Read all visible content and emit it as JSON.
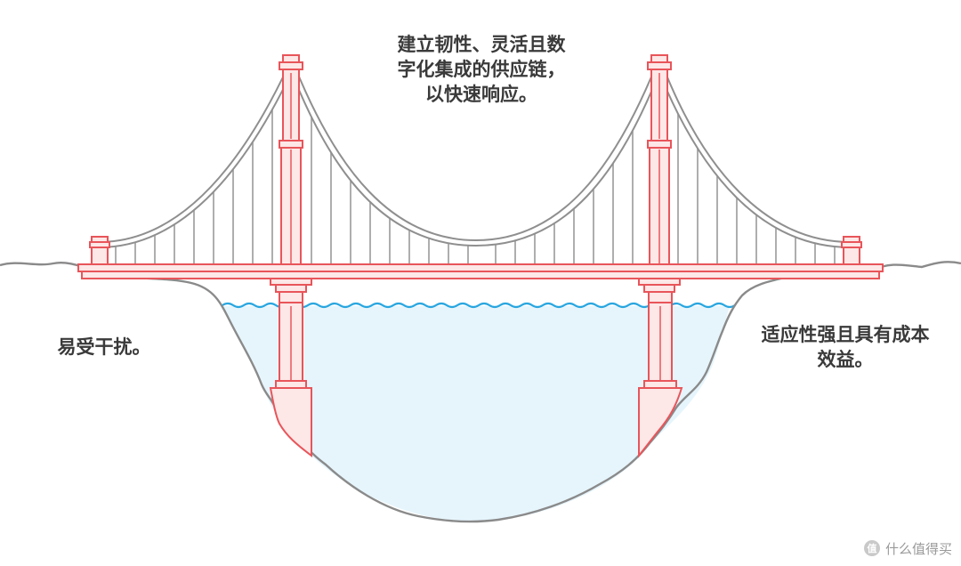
{
  "labels": {
    "top": [
      "建立韧性、灵活且数",
      "字化集成的供应链，",
      "以快速响应。"
    ],
    "left": "易受干扰。",
    "right": [
      "适应性强且具有成本",
      "效益。"
    ]
  },
  "watermark": {
    "badge": "值",
    "text": "什么值得买"
  },
  "colors": {
    "tower_stroke": "#e8555a",
    "tower_fill": "#fde7e7",
    "cable": "#8f8f8f",
    "water": "#e6f5fc",
    "wave": "#29a6df",
    "terrain": "#8a8a8a",
    "text": "#3a3a3a"
  }
}
